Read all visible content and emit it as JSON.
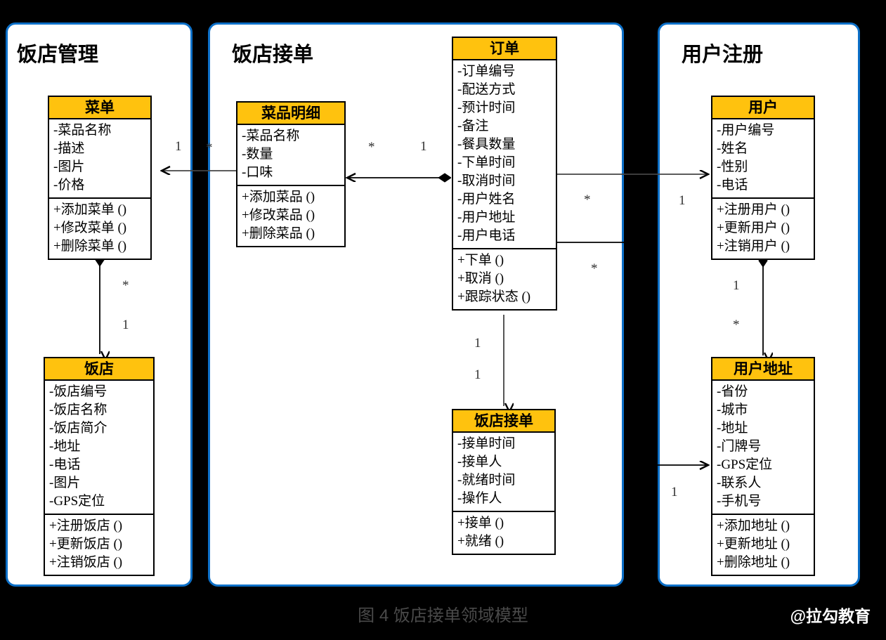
{
  "figure": {
    "caption": "图 4 饭店接单领域模型",
    "watermark": "@拉勾教育",
    "background_color": "#000000",
    "package_border_color": "#0d70c8",
    "class_header_color": "#ffc20e",
    "class_body_color": "#ffffff",
    "line_color": "#000000"
  },
  "packages": [
    {
      "id": "pkg-restaurant-management",
      "title": "饭店管理"
    },
    {
      "id": "pkg-restaurant-order-taking",
      "title": "饭店接单"
    },
    {
      "id": "pkg-user-registration",
      "title": "用户注册"
    }
  ],
  "classes": [
    {
      "id": "class-menu",
      "name": "菜单",
      "attributes": [
        "-菜品名称",
        "-描述",
        "-图片",
        "-价格"
      ],
      "operations": [
        "+添加菜单 ()",
        "+修改菜单 ()",
        "+删除菜单 ()"
      ]
    },
    {
      "id": "class-restaurant",
      "name": "饭店",
      "attributes": [
        "-饭店编号",
        "-饭店名称",
        "-饭店简介",
        "-地址",
        "-电话",
        "-图片",
        "-GPS定位"
      ],
      "operations": [
        "+注册饭店 ()",
        "+更新饭店 ()",
        "+注销饭店 ()"
      ]
    },
    {
      "id": "class-dish-detail",
      "name": "菜品明细",
      "attributes": [
        "-菜品名称",
        "-数量",
        "-口味"
      ],
      "operations": [
        "+添加菜品 ()",
        "+修改菜品 ()",
        "+删除菜品 ()"
      ]
    },
    {
      "id": "class-order",
      "name": "订单",
      "attributes": [
        "-订单编号",
        "-配送方式",
        "-预计时间",
        "-备注",
        "-餐具数量",
        "-下单时间",
        "-取消时间",
        "-用户姓名",
        "-用户地址",
        "-用户电话"
      ],
      "operations": [
        "+下单 ()",
        "+取消 ()",
        "+跟踪状态 ()"
      ]
    },
    {
      "id": "class-order-acceptance",
      "name": "饭店接单",
      "attributes": [
        "-接单时间",
        "-接单人",
        "-就绪时间",
        "-操作人"
      ],
      "operations": [
        "+接单 ()",
        "+就绪 ()"
      ]
    },
    {
      "id": "class-user",
      "name": "用户",
      "attributes": [
        "-用户编号",
        "-姓名",
        "-性别",
        "-电话"
      ],
      "operations": [
        "+注册用户 ()",
        "+更新用户 ()",
        "+注销用户 ()"
      ]
    },
    {
      "id": "class-user-address",
      "name": "用户地址",
      "attributes": [
        "-省份",
        "-城市",
        "-地址",
        "-门牌号",
        "-GPS定位",
        "-联系人",
        "-手机号"
      ],
      "operations": [
        "+添加地址 ()",
        "+更新地址 ()",
        "+删除地址 ()"
      ]
    }
  ],
  "multiplicities": [
    {
      "id": "m-menu-dishdetail-1",
      "label": "1"
    },
    {
      "id": "m-menu-dishdetail-star",
      "label": "*"
    },
    {
      "id": "m-restaurant-menu-star",
      "label": "*"
    },
    {
      "id": "m-restaurant-menu-1",
      "label": "1"
    },
    {
      "id": "m-order-dishdetail-star",
      "label": "*"
    },
    {
      "id": "m-order-dishdetail-1",
      "label": "1"
    },
    {
      "id": "m-order-user-star",
      "label": "*"
    },
    {
      "id": "m-order-user-1",
      "label": "1"
    },
    {
      "id": "m-order-address-star",
      "label": "*"
    },
    {
      "id": "m-order-address-1",
      "label": "1"
    },
    {
      "id": "m-order-acceptance-1a",
      "label": "1"
    },
    {
      "id": "m-order-acceptance-1b",
      "label": "1"
    },
    {
      "id": "m-user-address-1",
      "label": "1"
    },
    {
      "id": "m-user-address-star",
      "label": "*"
    }
  ]
}
